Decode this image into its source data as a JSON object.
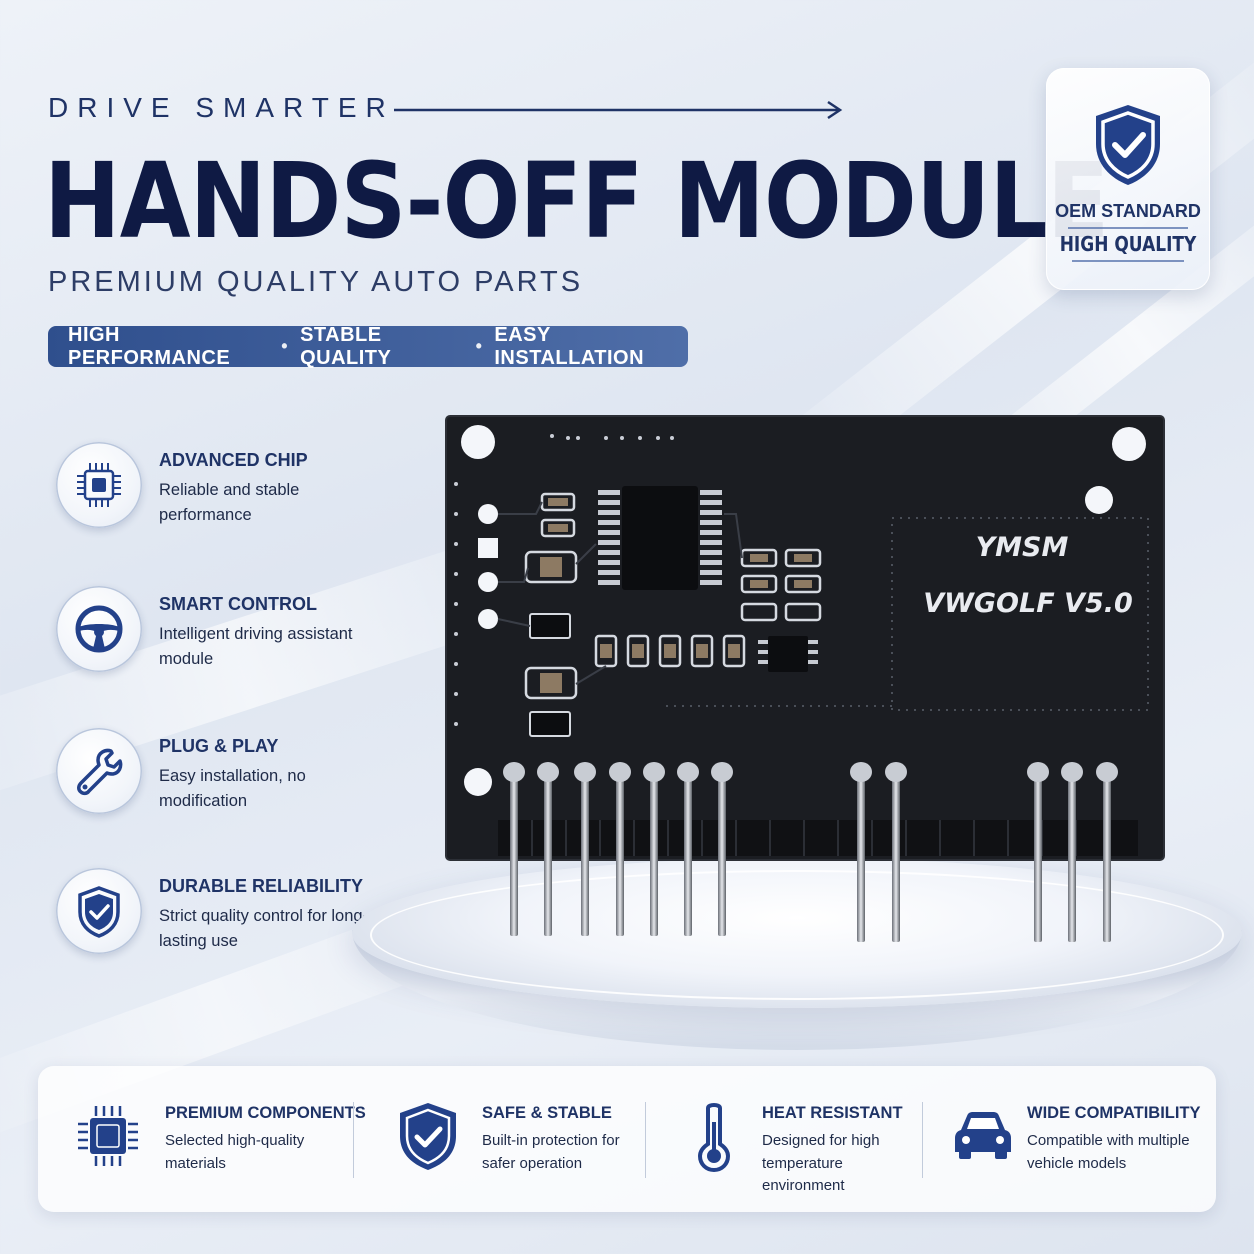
{
  "header": {
    "kicker": "DRIVE SMARTER",
    "title": "HANDS-OFF MODULE",
    "subtitle": "PREMIUM QUALITY AUTO PARTS",
    "pill": [
      "HIGH PERFORMANCE",
      "STABLE QUALITY",
      "EASY INSTALLATION"
    ],
    "pill_separator": "•"
  },
  "badge": {
    "line1": "OEM STANDARD",
    "line2": "HIGH QUALITY",
    "icon": "shield-check-icon"
  },
  "features": [
    {
      "title": "ADVANCED CHIP",
      "desc": "Reliable and stable performance",
      "icon": "chip-icon"
    },
    {
      "title": "SMART CONTROL",
      "desc": "Intelligent driving assistant module",
      "icon": "steering-wheel-icon"
    },
    {
      "title": "PLUG & PLAY",
      "desc": "Easy installation, no modification",
      "icon": "wrench-icon"
    },
    {
      "title": "DURABLE RELIABILITY",
      "desc": "Strict quality control for long-lasting use",
      "icon": "shield-check-icon"
    }
  ],
  "pcb": {
    "brand": "YMSM",
    "model": "VWGOLF V5.0"
  },
  "bottom": [
    {
      "title": "PREMIUM COMPONENTS",
      "desc": "Selected high-quality materials",
      "icon": "processor-icon"
    },
    {
      "title": "SAFE & STABLE",
      "desc": "Built-in protection for safer operation",
      "icon": "shield-check-icon"
    },
    {
      "title": "HEAT RESISTANT",
      "desc": "Designed for high temperature environment",
      "icon": "thermometer-icon"
    },
    {
      "title": "WIDE COMPATIBILITY",
      "desc": "Compatible with multiple vehicle models",
      "icon": "car-icon"
    }
  ],
  "colors": {
    "navy": "#0f1a44",
    "accent": "#2f4f8d",
    "pcb": "#1b1d22"
  }
}
